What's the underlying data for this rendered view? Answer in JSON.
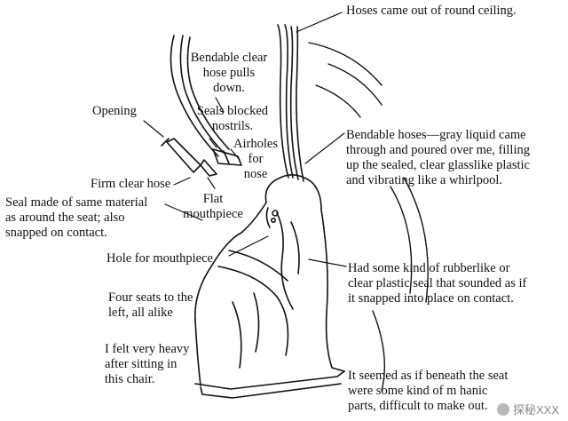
{
  "labels": {
    "hoses_ceiling": "Hoses came out of round ceiling.",
    "bendable_clear": "Bendable clear\nhose pulls\ndown.",
    "opening": "Opening",
    "seals_blocked": "Seals blocked\nnostrils.",
    "airholes": "Airholes\nfor\nnose",
    "firm_hose": "Firm clear hose",
    "seal_material": "Seal made of same material\nas around the seat; also\nsnapped on contact.",
    "flat_mouthpiece": "Flat\nmouthpiece",
    "bendable_hoses_gray": "Bendable hoses—gray liquid came\nthrough and poured over me, filling\nup the sealed, clear glasslike plastic\nand vibrating like a whirlpool.",
    "hole_mouthpiece": "Hole for mouthpiece",
    "rubberlike_seal": "Had some kind of rubberlike or\nclear plastic seal that sounded as if\nit snapped into place on contact.",
    "four_seats": "Four seats to the\nleft, all alike",
    "felt_heavy": "I felt very heavy\nafter sitting in\nthis chair.",
    "beneath_seat": "It seemed as if beneath the seat\nwere some kind of m    hanic\nparts, difficult to make out."
  },
  "watermark": {
    "text": "探秘XXX",
    "icon": "wechat-icon"
  },
  "colors": {
    "ink": "#111111",
    "background": "#ffffff",
    "watermark": "#888888"
  }
}
